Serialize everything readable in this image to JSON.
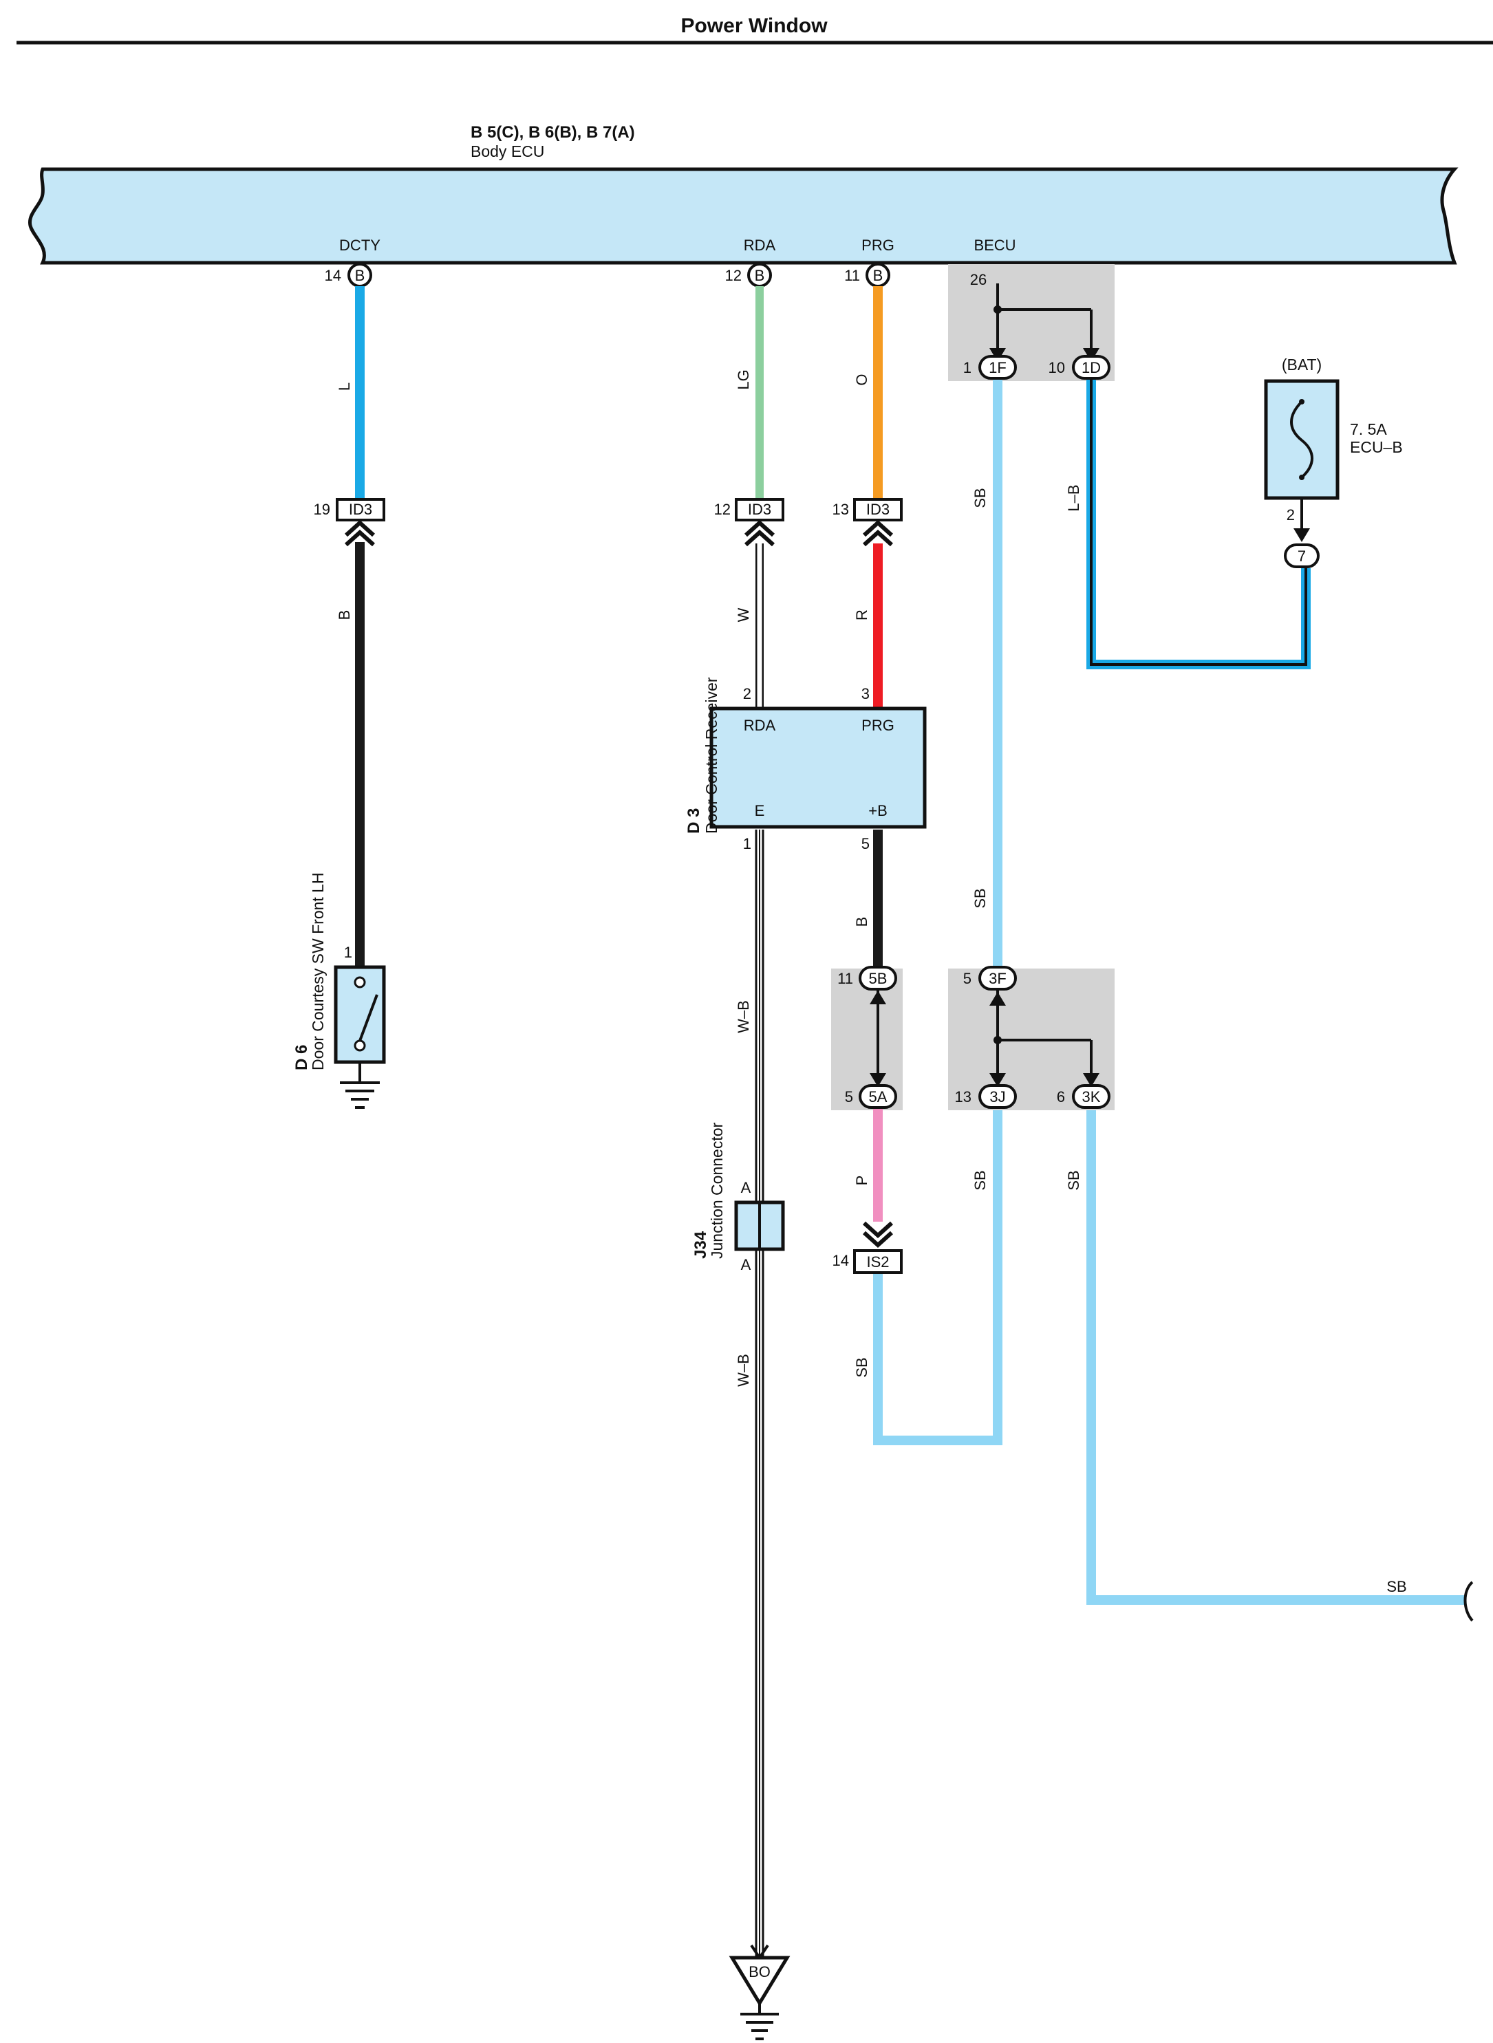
{
  "header": {
    "title": "Power Window"
  },
  "colors": {
    "L": "#1aa9e6",
    "LG": "#8ccf9e",
    "O": "#f59b22",
    "B": "#1a1a1a",
    "W": "#ffffff",
    "R": "#ee1c24",
    "SB": "#8fd6f5",
    "P": "#f18fc0",
    "component_fill": "#c5e7f7",
    "junction_fill": "#d3d3d3"
  },
  "ecu": {
    "codes": "B 5(C), B 6(B), B 7(A)",
    "name": "Body ECU",
    "terminals": [
      {
        "name": "DCTY",
        "pin": "14",
        "connector": "B"
      },
      {
        "name": "RDA",
        "pin": "12",
        "connector": "B"
      },
      {
        "name": "PRG",
        "pin": "11",
        "connector": "B"
      },
      {
        "name": "BECU",
        "pin": "26"
      }
    ]
  },
  "junction_blocks": {
    "top": [
      {
        "pin": "1",
        "code": "1F"
      },
      {
        "pin": "10",
        "code": "1D"
      }
    ],
    "mid_left": [
      {
        "pin": "11",
        "code": "5B"
      },
      {
        "pin": "5",
        "code": "5A"
      }
    ],
    "mid_right": [
      {
        "pin": "5",
        "code": "3F"
      },
      {
        "pin": "13",
        "code": "3J"
      },
      {
        "pin": "6",
        "code": "3K"
      }
    ]
  },
  "fuse": {
    "source": "(BAT)",
    "rating": "7. 5A",
    "name": "ECU–B",
    "pin": "2",
    "connector": "7"
  },
  "inline_connectors": [
    {
      "pin": "19",
      "code": "ID3"
    },
    {
      "pin": "12",
      "code": "ID3"
    },
    {
      "pin": "13",
      "code": "ID3"
    },
    {
      "pin": "14",
      "code": "IS2"
    }
  ],
  "door_control_receiver": {
    "code": "D 3",
    "name": "Door Control Receiver",
    "terminals": [
      {
        "pin": "2",
        "name": "RDA"
      },
      {
        "pin": "3",
        "name": "PRG"
      },
      {
        "pin": "1",
        "name": "E"
      },
      {
        "pin": "5",
        "name": "+B"
      }
    ]
  },
  "courtesy_switch": {
    "code": "D 6",
    "name": "Door Courtesy SW Front LH",
    "pin": "1"
  },
  "junction_connector": {
    "code": "J34",
    "name": "Junction Connector",
    "terminal_top": "A",
    "terminal_bottom": "A"
  },
  "ground": {
    "code": "BO"
  },
  "wire_labels": {
    "dcty_top": "L",
    "dcty_bottom": "B",
    "rda_top": "LG",
    "rda_mid": "W",
    "rda_lower": "W–B",
    "rda_bottom": "W–B",
    "prg_top": "O",
    "prg_mid": "R",
    "b_power": "B",
    "p_wire": "P",
    "sb_is2": "SB",
    "becu_sb_upper": "SB",
    "becu_sb_lower": "SB",
    "becu_lb": "L–B",
    "sb_3j": "SB",
    "sb_3k": "SB",
    "sb_exit": "SB"
  }
}
